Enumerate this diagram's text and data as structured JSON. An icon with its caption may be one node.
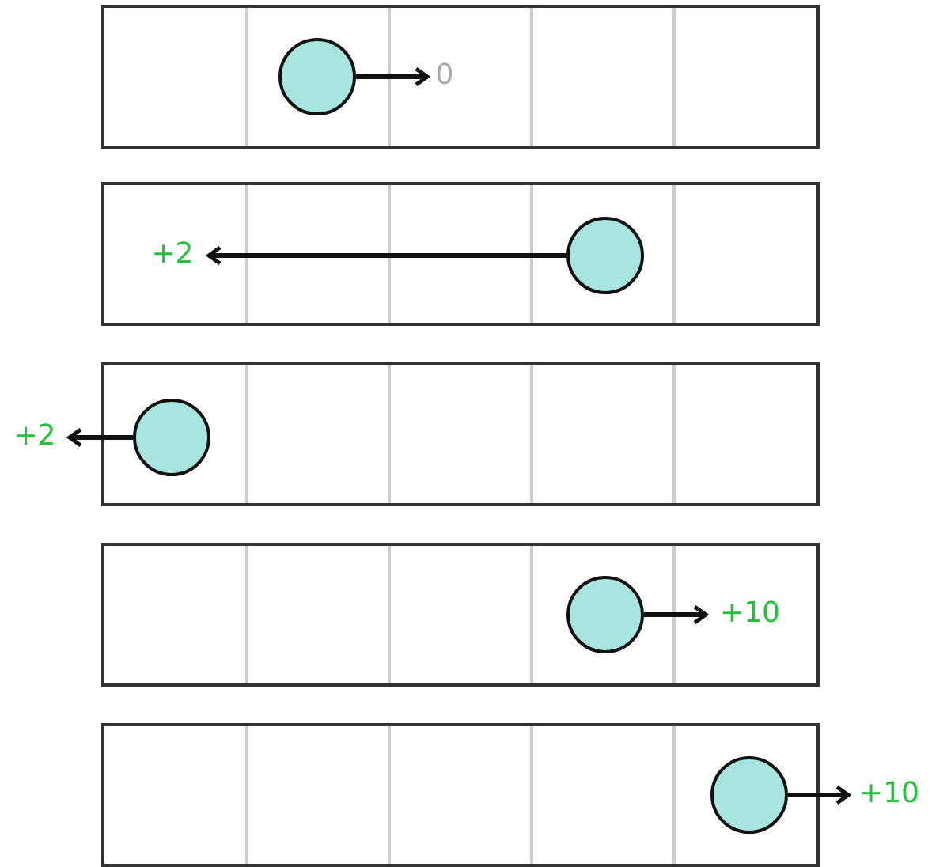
{
  "diagram": {
    "nodes": [
      {
        "text": [],
        "shape": "box"
      },
      {
        "text": [],
        "shape": "circle",
        "in": 0
      },
      {
        "text": [
          "0"
        ],
        "in": 0
      },
      {
        "text": [],
        "shape": "box"
      },
      {
        "text": [
          "+2"
        ],
        "in": 3
      },
      {
        "text": [],
        "shape": "circle",
        "in": 3
      },
      {
        "text": [],
        "shape": "box"
      },
      {
        "text": [
          "+2"
        ]
      },
      {
        "text": [],
        "shape": "circle",
        "in": 6
      },
      {
        "text": [],
        "shape": "box"
      },
      {
        "text": [],
        "shape": "circle",
        "in": 9
      },
      {
        "text": [
          "+10"
        ],
        "in": 9
      },
      {
        "text": [],
        "shape": "box"
      },
      {
        "text": [],
        "shape": "circle",
        "in": 12
      },
      {
        "text": [
          "+10"
        ]
      }
    ],
    "edges": [
      {
        "from": 1,
        "to": 2,
        "arrow": "to"
      },
      {
        "from": 5,
        "to": 4,
        "arrow": "to"
      },
      {
        "from": 8,
        "to": 7,
        "arrow": "to"
      },
      {
        "from": 10,
        "to": 11,
        "arrow": "to"
      },
      {
        "from": 13,
        "to": 14,
        "arrow": "to"
      }
    ]
  }
}
